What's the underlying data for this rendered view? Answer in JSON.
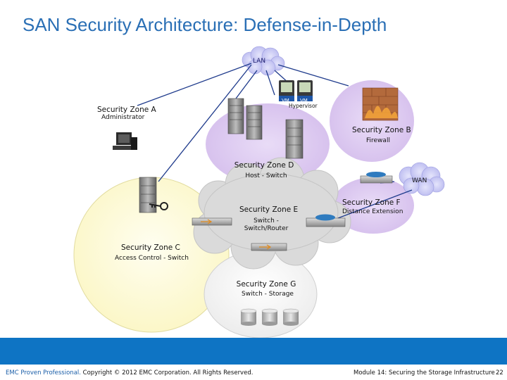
{
  "title": "SAN Security Architecture: Defense-in-Depth",
  "network": {
    "lan": "LAN",
    "wan": "WAN",
    "vm": "VM",
    "hypervisor": "Hypervisor"
  },
  "zones": {
    "a": {
      "title": "Security Zone A",
      "subtitle": "Administrator"
    },
    "b": {
      "title": "Security Zone B",
      "subtitle": "Firewall"
    },
    "c": {
      "title": "Security Zone C",
      "subtitle": "Access Control - Switch"
    },
    "d": {
      "title": "Security Zone D",
      "subtitle": "Host - Switch"
    },
    "e": {
      "title": "Security Zone E",
      "subtitle_line1": "Switch -",
      "subtitle_line2": "Switch/Router"
    },
    "f": {
      "title": "Security Zone F",
      "subtitle": "Distance Extension"
    },
    "g": {
      "title": "Security Zone G",
      "subtitle": "Switch - Storage"
    }
  },
  "footer": {
    "brand": "EMC Proven Professional.",
    "copyright": "Copyright © 2012 EMC Corporation. All Rights Reserved.",
    "module": "Module 14: Securing the Storage Infrastructure",
    "page": "22"
  },
  "colors": {
    "title": "#2a6fb5",
    "footer_bar": "#0e74c4",
    "zone_b_d": "#dcc8f0",
    "zone_c": "#fdfbd6",
    "zone_g": "#f5f5f5",
    "cloud": "#dcdcdc",
    "lan_cloud": "#c8c8f5",
    "wan_cloud": "#c8c8f5"
  }
}
